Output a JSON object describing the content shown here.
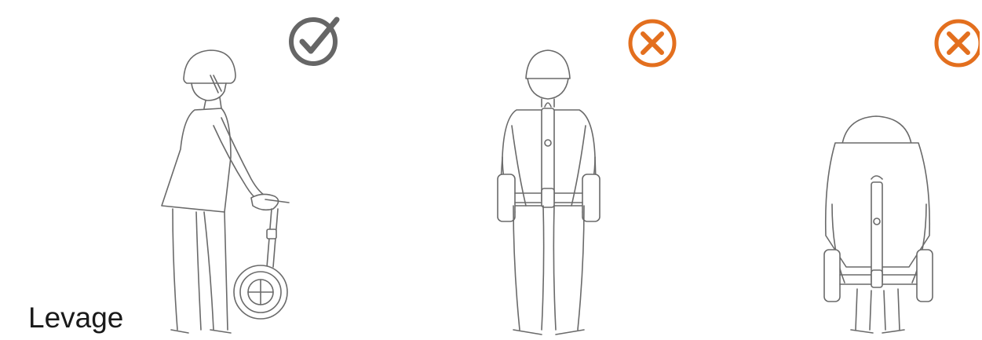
{
  "caption": "Levage",
  "colors": {
    "correct": "#666666",
    "wrong": "#e36f1e",
    "line": "#6a6a6a"
  },
  "panels": [
    {
      "figure": "person-lifting-scooter-by-handle-side-view",
      "status_icon": "checkmark-circle-icon",
      "status": "correct"
    },
    {
      "figure": "person-front-view-holding-scooter-upright",
      "status_icon": "x-circle-icon",
      "status": "wrong"
    },
    {
      "figure": "person-bent-over-lifting-scooter",
      "status_icon": "x-circle-icon",
      "status": "wrong"
    }
  ]
}
